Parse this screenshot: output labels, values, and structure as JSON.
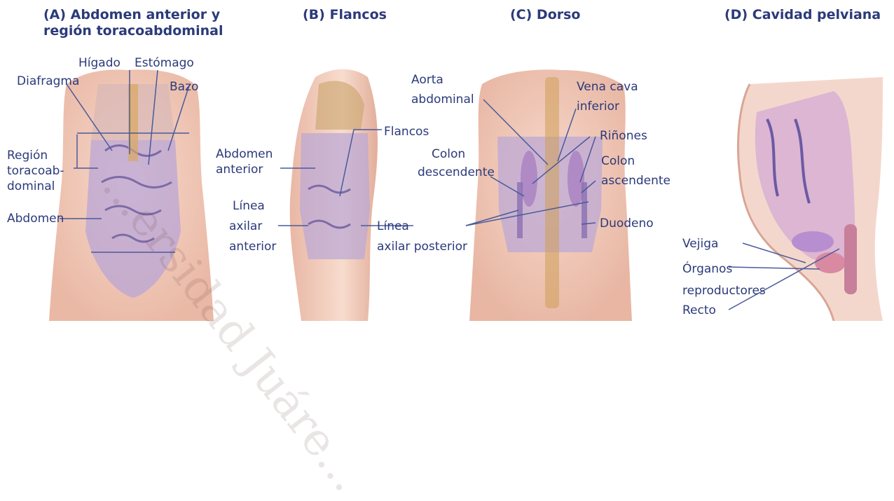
{
  "panels": [
    {
      "title": [
        "(A) Abdomen anterior y",
        "región toracoabdominal"
      ],
      "labels": {
        "higado": "Hígado",
        "estomago": "Estómago",
        "diafragma": "Diafragma",
        "bazo": "Bazo",
        "region": [
          "Región",
          "toracoab-",
          "dominal"
        ],
        "abdomen": "Abdomen"
      }
    },
    {
      "title": [
        "(B) Flancos"
      ],
      "labels": {
        "flancos": "Flancos",
        "abdomen_anterior": [
          "Abdomen",
          "anterior"
        ],
        "linea_axilar_anterior": [
          "Línea",
          "axilar",
          "anterior"
        ]
      }
    },
    {
      "title": [
        "(C) Dorso"
      ],
      "labels": {
        "aorta": [
          "Aorta",
          "abdominal"
        ],
        "vena_cava": [
          "Vena cava",
          "inferior"
        ],
        "rinones": "Riñones",
        "colon_desc": [
          "Colon",
          "descendente"
        ],
        "colon_asc": [
          "Colon",
          "ascendente"
        ],
        "linea_axilar_posterior": [
          "Línea",
          "axilar posterior"
        ],
        "duodeno": "Duodeno"
      }
    },
    {
      "title": [
        "(D) Cavidad pelviana"
      ],
      "labels": {
        "vejiga": "Vejiga",
        "organos": [
          "Órganos",
          "reproductores"
        ],
        "recto": "Recto"
      }
    }
  ],
  "watermark": "...ersidad Juáre..."
}
